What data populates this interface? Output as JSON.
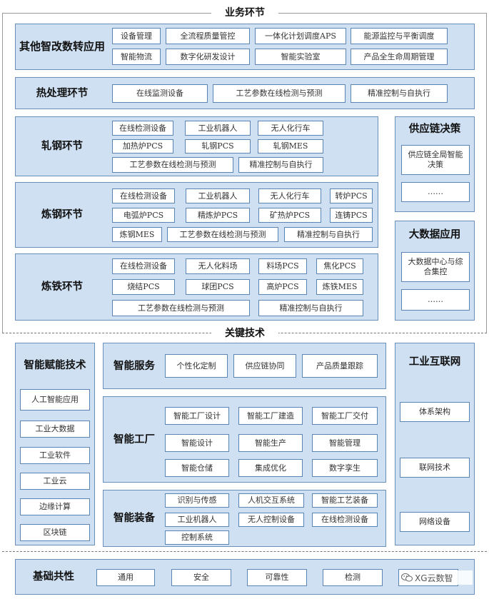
{
  "sections": {
    "business": "业务环节",
    "key_tech": "关键技术"
  },
  "other_transform": {
    "title": "其他智改数转应用",
    "chips": [
      "设备管理",
      "全流程质量管控",
      "一体化计划调度APS",
      "能源监控与平衡调度",
      "智能物流",
      "数字化研发设计",
      "智能实验室",
      "产品全生命周期管理"
    ]
  },
  "heat_treatment": {
    "title": "热处理环节",
    "chips": [
      "在线监测设备",
      "工艺参数在线检测与预测",
      "精准控制与自执行"
    ]
  },
  "rolling": {
    "title": "轧钢环节",
    "chips": [
      "在线检测设备",
      "工业机器人",
      "无人化行车",
      "加热炉PCS",
      "轧钢PCS",
      "轧钢MES",
      "工艺参数在线检测与预测",
      "精准控制与自执行"
    ]
  },
  "steelmaking": {
    "title": "炼钢环节",
    "chips": [
      "在线检测设备",
      "工业机器人",
      "无人化行车",
      "转炉PCS",
      "电弧炉PCS",
      "精炼炉PCS",
      "矿热炉PCS",
      "连铸PCS",
      "炼钢MES",
      "工艺参数在线检测与预测",
      "精准控制与自执行"
    ]
  },
  "ironmaking": {
    "title": "炼铁环节",
    "chips": [
      "在线检测设备",
      "无人化料场",
      "料场PCS",
      "焦化PCS",
      "烧结PCS",
      "球团PCS",
      "高炉PCS",
      "炼铁MES",
      "工艺参数在线检测与预测",
      "精准控制与自执行"
    ]
  },
  "supply_chain": {
    "title": "供应链决策",
    "chips": [
      "供应链全局智能决策",
      "……"
    ]
  },
  "big_data": {
    "title": "大数据应用",
    "chips": [
      "大数据中心与综合集控",
      "……"
    ]
  },
  "empower": {
    "title": "智能赋能技术",
    "chips": [
      "人工智能应用",
      "工业大数据",
      "工业软件",
      "工业云",
      "边缘计算",
      "区块链"
    ]
  },
  "smart_service": {
    "title": "智能服务",
    "chips": [
      "个性化定制",
      "供应链协同",
      "产品质量跟踪"
    ]
  },
  "smart_factory": {
    "title": "智能工厂",
    "chips": [
      "智能工厂设计",
      "智能工厂建造",
      "智能工厂交付",
      "智能设计",
      "智能生产",
      "智能管理",
      "智能仓储",
      "集成优化",
      "数字孪生"
    ]
  },
  "smart_equipment": {
    "title": "智能装备",
    "chips": [
      "识别与传感",
      "人机交互系统",
      "智能工艺装备",
      "工业机器人",
      "无人控制设备",
      "在线检测设备",
      "控制系统"
    ]
  },
  "iiot": {
    "title": "工业互联网",
    "chips": [
      "体系架构",
      "联网技术",
      "网络设备"
    ]
  },
  "foundation": {
    "title": "基础共性",
    "chips": [
      "通用",
      "安全",
      "可靠性",
      "检测"
    ]
  },
  "watermark": "XG云数智",
  "icons": {
    "watermark_logo": "wechat-icon"
  }
}
